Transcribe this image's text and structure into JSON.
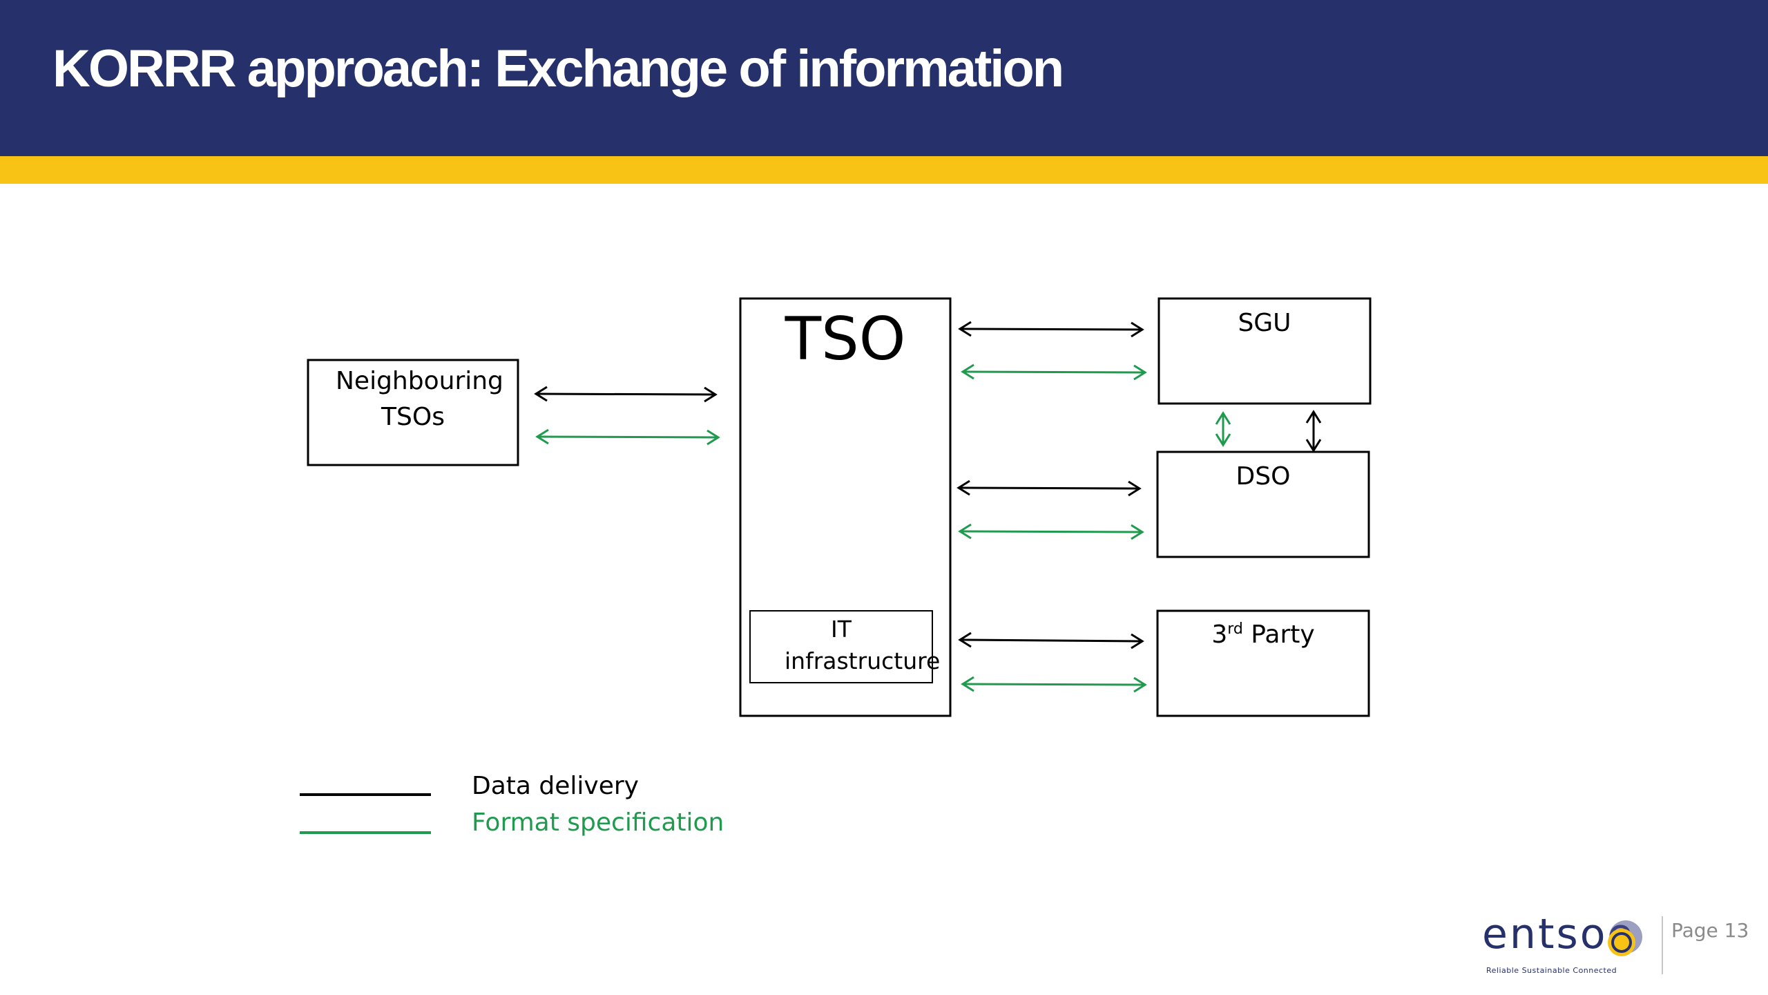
{
  "slide": {
    "title": "KORRR approach: Exchange of information",
    "page_label": "Page 13"
  },
  "colors": {
    "header_bg": "#26306a",
    "accent_bar": "#f8c315",
    "data_delivery": "#000000",
    "format_specification": "#1f9a4e"
  },
  "diagram": {
    "nodes": {
      "neighbouring_tsos": "Neighbouring TSOs",
      "tso": "TSO",
      "it_infrastructure": "IT infrastructure",
      "sgu": "SGU",
      "dso": "DSO",
      "third_party_base": "3",
      "third_party_sup": "rd",
      "third_party_rest": " Party"
    },
    "edges": [
      {
        "from": "Neighbouring TSOs",
        "to": "TSO",
        "type": "Data delivery",
        "direction": "bidirectional"
      },
      {
        "from": "Neighbouring TSOs",
        "to": "TSO",
        "type": "Format specification",
        "direction": "bidirectional"
      },
      {
        "from": "TSO",
        "to": "SGU",
        "type": "Data delivery",
        "direction": "bidirectional"
      },
      {
        "from": "TSO",
        "to": "SGU",
        "type": "Format specification",
        "direction": "bidirectional"
      },
      {
        "from": "TSO",
        "to": "DSO",
        "type": "Data delivery",
        "direction": "bidirectional"
      },
      {
        "from": "TSO",
        "to": "DSO",
        "type": "Format specification",
        "direction": "bidirectional"
      },
      {
        "from": "TSO",
        "to": "3rd Party",
        "type": "Data delivery",
        "direction": "bidirectional"
      },
      {
        "from": "TSO",
        "to": "3rd Party",
        "type": "Format specification",
        "direction": "bidirectional"
      },
      {
        "from": "SGU",
        "to": "DSO",
        "type": "Format specification",
        "direction": "bidirectional"
      },
      {
        "from": "SGU",
        "to": "DSO",
        "type": "Data delivery",
        "direction": "bidirectional"
      }
    ]
  },
  "legend": {
    "data_delivery": "Data delivery",
    "format_specification": "Format specification"
  },
  "footer": {
    "logo_text": "entsoe",
    "logo_tagline": "Reliable Sustainable Connected"
  }
}
